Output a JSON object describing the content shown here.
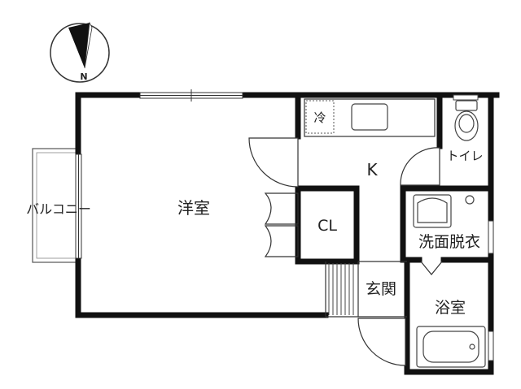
{
  "compass": {
    "north_label": "N"
  },
  "rooms": {
    "western_room": "洋室",
    "balcony": "バルコニー",
    "kitchen": "K",
    "closet": "CL",
    "toilet": "トイレ",
    "washroom": "洗面脱衣",
    "entrance": "玄関",
    "bathroom": "浴室"
  },
  "fixtures": {
    "refrigerator": "冷"
  },
  "colors": {
    "wall": "#111111",
    "line": "#333333",
    "fixture": "#444444"
  }
}
